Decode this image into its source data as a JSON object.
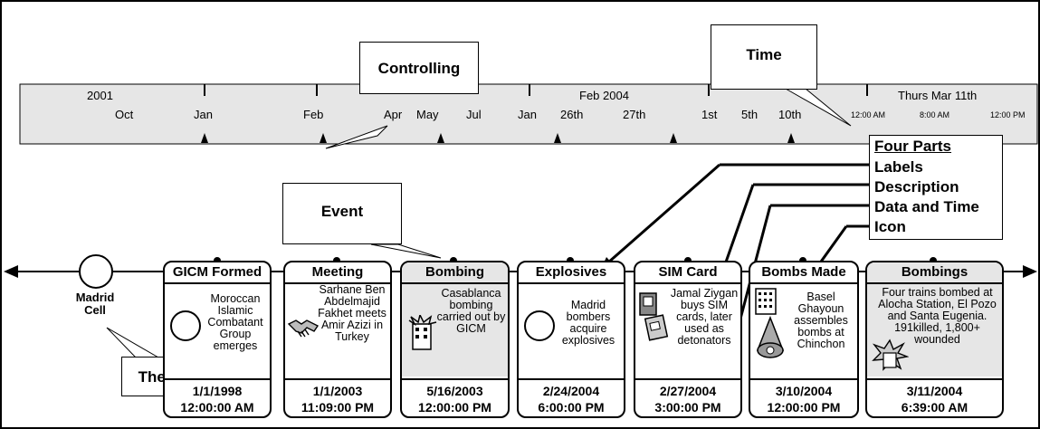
{
  "timeline": {
    "row1": [
      "2001",
      "Feb  2004",
      "Thurs  Mar 11th"
    ],
    "row2": [
      "Oct",
      "Jan",
      "Feb",
      "Apr",
      "May",
      "Jul",
      "Jan",
      "26th",
      "27th",
      "1st",
      "5th",
      "10th"
    ],
    "times": [
      "12:00 AM",
      "8:00 AM",
      "12:00 PM"
    ]
  },
  "callouts": {
    "controlling": "Controlling",
    "time": "Time",
    "event": "Event",
    "theme": "Theme"
  },
  "four_parts": {
    "title": "Four Parts",
    "items": [
      "Labels",
      "Description",
      "Data and Time",
      "Icon"
    ]
  },
  "theme_label": "Madrid\nCell",
  "events": [
    {
      "label": "GICM Formed",
      "description": "Moroccan Islamic Combatant Group emerges",
      "date": "1/1/1998",
      "time": "12:00:00 AM",
      "icon": "circle-icon"
    },
    {
      "label": "Meeting",
      "description": "Sarhane Ben Abdelmajid Fakhet meets Amir Azizi in Turkey",
      "date": "1/1/2003",
      "time": "11:09:00 PM",
      "icon": "handshake-icon"
    },
    {
      "label": "Bombing",
      "description": "Casablanca bombing carried out by GICM",
      "date": "5/16/2003",
      "time": "12:00:00 PM",
      "icon": "building-explosion-icon"
    },
    {
      "label": "Explosives",
      "description": "Madrid bombers acquire explosives",
      "date": "2/24/2004",
      "time": "6:00:00 PM",
      "icon": "circle-icon"
    },
    {
      "label": "SIM Card",
      "description": "Jamal Ziygan buys SIM cards, later used as detonators",
      "date": "2/27/2004",
      "time": "3:00:00 PM",
      "icon": "sim-card-icon"
    },
    {
      "label": "Bombs Made",
      "description": "Basel Ghayoun assembles bombs at Chinchon",
      "date": "3/10/2004",
      "time": "12:00:00 PM",
      "icon": "bomb-building-icon"
    },
    {
      "label": "Bombings",
      "description": "Four trains bombed at Alocha Station, El Pozo and Santa Eugenia. 191killed, 1,800+ wounded",
      "date": "3/11/2004",
      "time": "6:39:00 AM",
      "icon": "explosion-icon"
    }
  ]
}
